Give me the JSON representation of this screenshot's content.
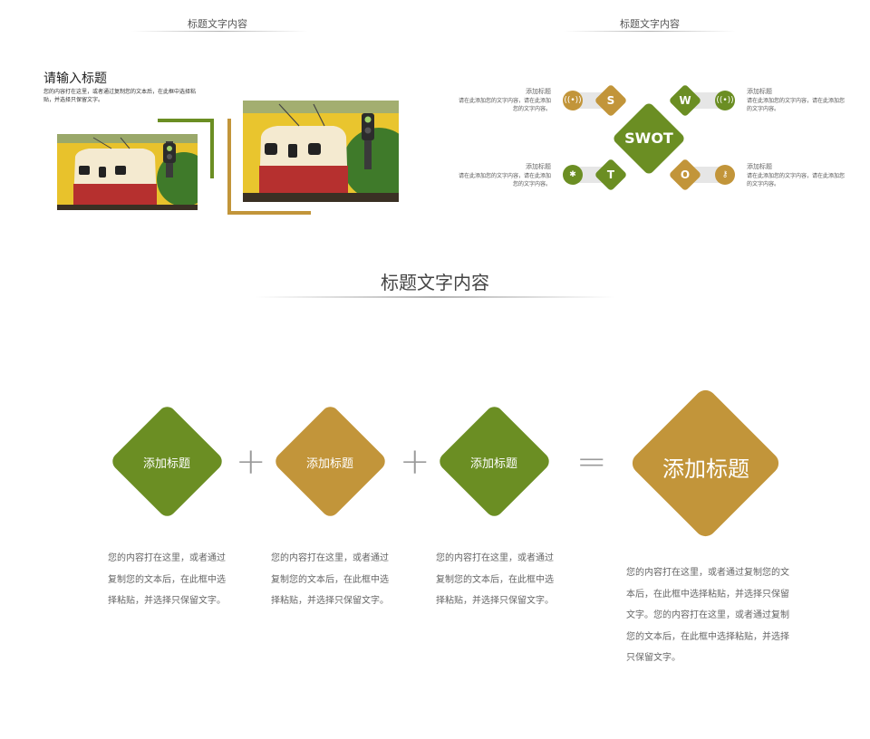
{
  "colors": {
    "green": "#6b8e23",
    "gold": "#c2953a",
    "line": "#aaaaaa"
  },
  "top_left": {
    "section_title": "标题文字内容",
    "heading": "请输入标题",
    "body": "您的内容打在这里，或者通过复制您的文本后，在此框中选择粘贴，并选择只保留文字。"
  },
  "swot": {
    "section_title": "标题文字内容",
    "center_label": "SWOT",
    "letters": {
      "s": "S",
      "w": "W",
      "t": "T",
      "o": "O"
    },
    "icons": {
      "s": "wireless-icon",
      "w": "wireless-icon",
      "t": "bug-icon",
      "o": "key-icon"
    },
    "tl": {
      "title": "添加标题",
      "text": "请在此添加您的文字内容，请在此添加您的文字内容。"
    },
    "tr": {
      "title": "添加标题",
      "text": "请在此添加您的文字内容，请在此添加您的文字内容。"
    },
    "bl": {
      "title": "添加标题",
      "text": "请在此添加您的文字内容，请在此添加您的文字内容。"
    },
    "br": {
      "title": "添加标题",
      "text": "请在此添加您的文字内容，请在此添加您的文字内容。"
    }
  },
  "equation": {
    "section_title": "标题文字内容",
    "items": [
      {
        "label": "添加标题",
        "text": "您的内容打在这里，或者通过复制您的文本后，在此框中选择粘贴，并选择只保留文字。"
      },
      {
        "label": "添加标题",
        "text": "您的内容打在这里，或者通过复制您的文本后，在此框中选择粘贴，并选择只保留文字。"
      },
      {
        "label": "添加标题",
        "text": "您的内容打在这里，或者通过复制您的文本后，在此框中选择粘贴，并选择只保留文字。"
      }
    ],
    "plus": "+",
    "equals": "=",
    "result": {
      "label": "添加标题",
      "text": "您的内容打在这里，或者通过复制您的文本后，在此框中选择粘贴，并选择只保留文字。您的内容打在这里，或者通过复制您的文本后，在此框中选择粘贴，并选择只保留文字。"
    }
  }
}
